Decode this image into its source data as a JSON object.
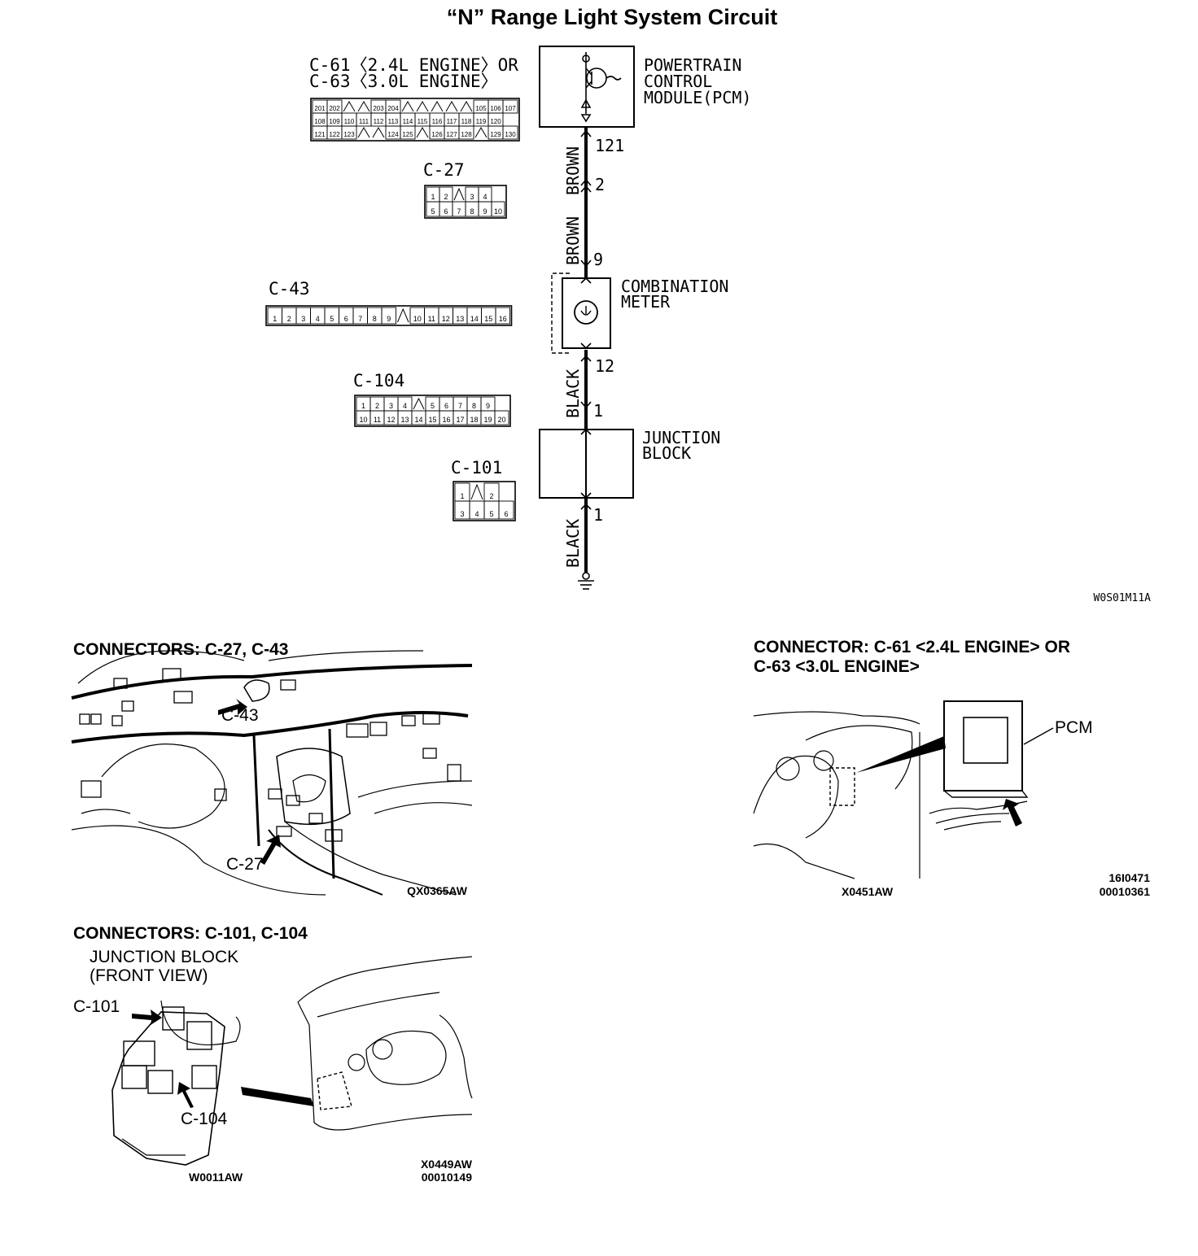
{
  "title": "“N” Range Light System Circuit",
  "diagram_code": "W0S01M11A",
  "pcm": {
    "connector_line1": "C-61〈2.4L ENGINE〉OR",
    "connector_line2": "C-63〈3.0L ENGINE〉",
    "name_lines": [
      "POWERTRAIN",
      "CONTROL",
      "MODULE(PCM)"
    ],
    "connector_pins": [
      [
        "201",
        "202",
        "",
        "",
        "203",
        "204",
        "",
        "",
        "",
        "",
        "",
        "105",
        "106",
        "107"
      ],
      [
        "108",
        "109",
        "110",
        "111",
        "112",
        "113",
        "114",
        "115",
        "116",
        "117",
        "118",
        "119",
        "120"
      ],
      [
        "121",
        "122",
        "123",
        "",
        "",
        "124",
        "125",
        "",
        "126",
        "127",
        "128",
        "",
        "129",
        "130"
      ]
    ]
  },
  "c27": {
    "label": "C-27",
    "pins": [
      [
        "1",
        "2",
        "",
        "3",
        "4"
      ],
      [
        "5",
        "6",
        "7",
        "8",
        "9",
        "10"
      ]
    ]
  },
  "c43": {
    "label": "C-43",
    "pins": [
      "1",
      "2",
      "3",
      "4",
      "5",
      "6",
      "7",
      "8",
      "9",
      "",
      "10",
      "11",
      "12",
      "13",
      "14",
      "15",
      "16"
    ]
  },
  "c104": {
    "label": "C-104",
    "pins": [
      [
        "1",
        "2",
        "3",
        "4",
        "",
        "5",
        "6",
        "7",
        "8",
        "9"
      ],
      [
        "10",
        "11",
        "12",
        "13",
        "14",
        "15",
        "16",
        "17",
        "18",
        "19",
        "20"
      ]
    ]
  },
  "c101": {
    "label": "C-101",
    "pins": [
      [
        "1",
        "",
        "2"
      ],
      [
        "3",
        "4",
        "5",
        "6"
      ]
    ]
  },
  "wire": {
    "pin_121": "121",
    "pin_2": "2",
    "pin_9": "9",
    "pin_12": "12",
    "pin_1a": "1",
    "pin_1b": "1",
    "color_brown_1": "BROWN",
    "color_brown_2": "BROWN",
    "color_black_1": "BLACK",
    "color_black_2": "BLACK"
  },
  "meter_lines": [
    "COMBINATION",
    "METER"
  ],
  "junction_lines": [
    "JUNCTION",
    "BLOCK"
  ],
  "panel1": {
    "heading": "CONNECTORS: C-27, C-43",
    "callout_c43": "C-43",
    "callout_c27": "C-27",
    "code": "QX0365AW"
  },
  "panel2": {
    "heading_line1": "CONNECTOR: C-61 <2.4L ENGINE> OR",
    "heading_line2": "C-63 <3.0L ENGINE>",
    "callout_pcm": "PCM",
    "code_left": "X0451AW",
    "code_right_1": "16I0471",
    "code_right_2": "00010361"
  },
  "panel3": {
    "heading": "CONNECTORS: C-101, C-104",
    "sub_line1": "JUNCTION BLOCK",
    "sub_line2": "(FRONT VIEW)",
    "callout_c101": "C-101",
    "callout_c104": "C-104",
    "code_left": "W0011AW",
    "code_right_1": "X0449AW",
    "code_right_2": "00010149"
  }
}
